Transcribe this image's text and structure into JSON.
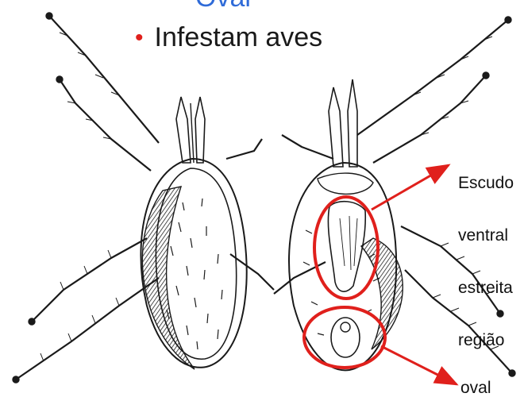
{
  "header": {
    "top_word": "Oval",
    "bullet_symbol": "•",
    "bullet_text": "Infestam aves"
  },
  "annotation": {
    "lines": [
      "Escudo",
      "ventral",
      "estreita",
      "região"
    ],
    "bottom_text": "oval"
  },
  "colors": {
    "title_blue": "#2f6bd8",
    "bullet_red": "#e0201c",
    "highlight_red": "#e0201c",
    "ink": "#1a1a1a"
  },
  "figures": {
    "left": "mite-dorsal-view-icon",
    "right": "mite-ventral-view-icon"
  }
}
